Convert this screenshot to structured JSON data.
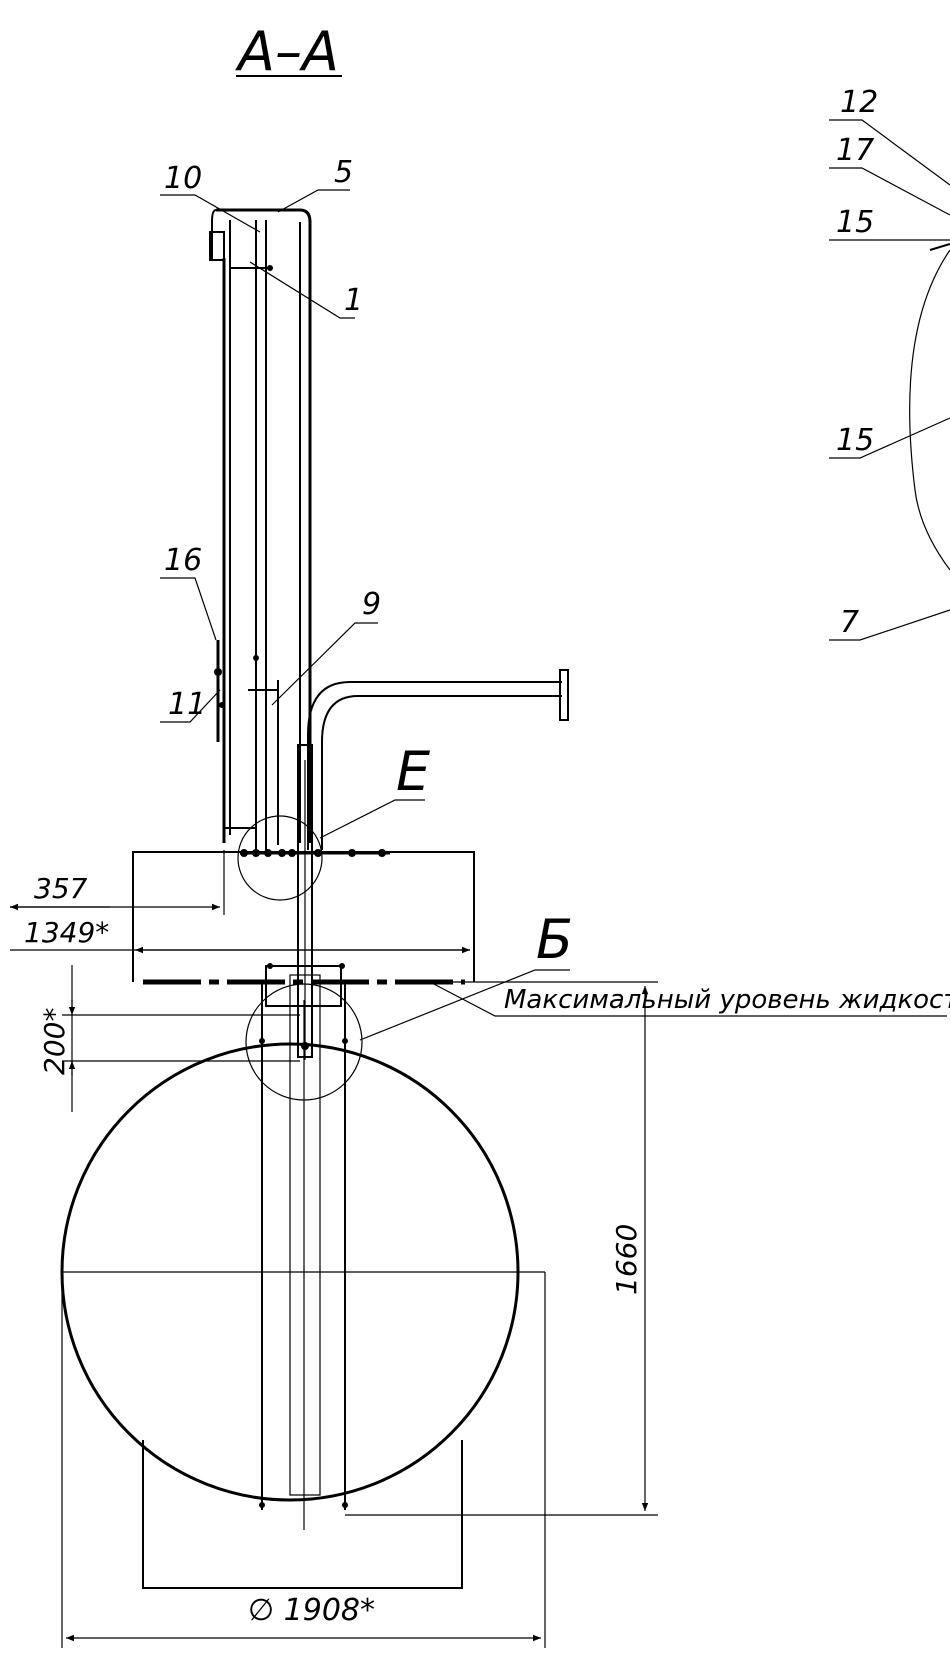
{
  "section_title": "А–А",
  "callouts": {
    "c10": "10",
    "c5": "5",
    "c1": "1",
    "c16": "16",
    "c11": "11",
    "c9": "9",
    "c12": "12",
    "c17": "17",
    "c15a": "15",
    "c15b": "15",
    "c7": "7",
    "detail_e": "Е",
    "detail_b": "Б"
  },
  "annotations": {
    "max_level": "Максимальный уровень жидкости"
  },
  "dimensions": {
    "d357": "357",
    "d1349": "1349*",
    "d200": "200*",
    "d1660": "1660",
    "d1908": "∅ 1908*"
  }
}
